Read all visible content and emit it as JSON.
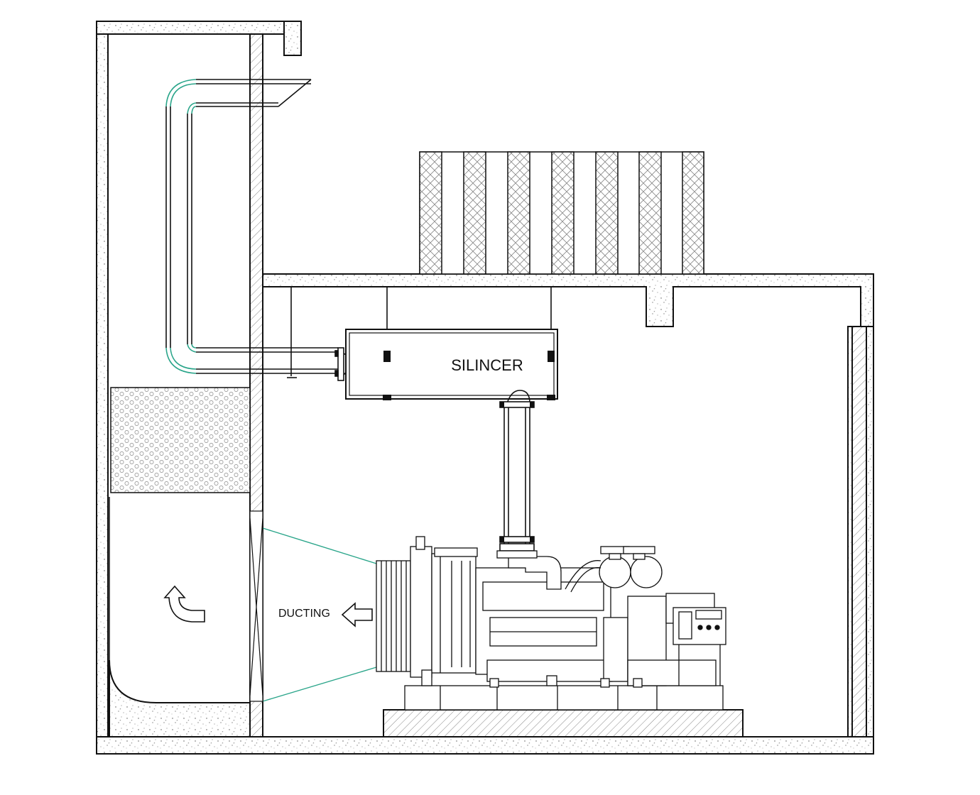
{
  "labels": {
    "silencer": "SILINCER",
    "ducting": "DUCTING"
  },
  "colors": {
    "line": "#111111",
    "accent": "#2aa58a",
    "background": "#ffffff",
    "hatch": "#777777"
  },
  "icons": {
    "airflow_arrow": "curved-up-arrow",
    "ducting_arrow": "left-arrow"
  }
}
